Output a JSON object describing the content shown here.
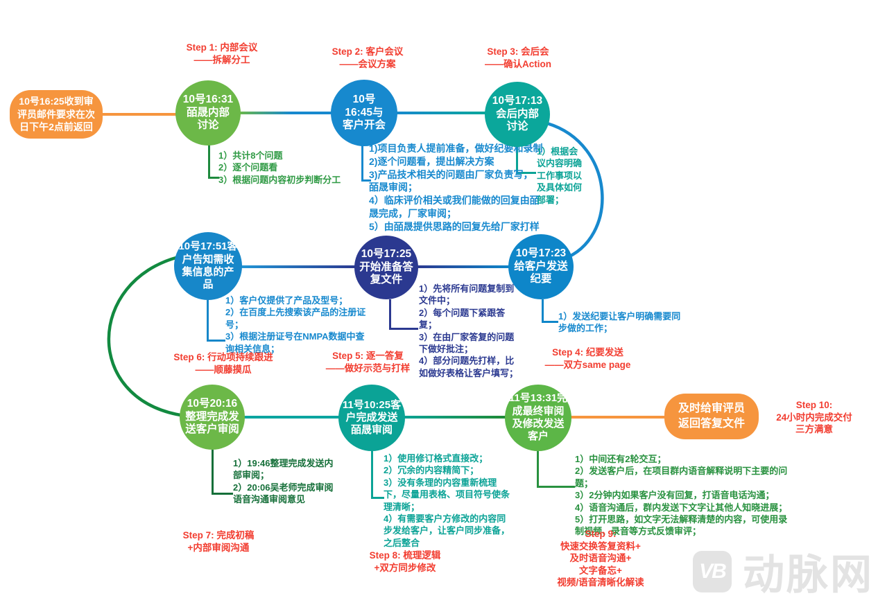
{
  "palette": {
    "orange": "#F6953E",
    "green": "#6CB848",
    "dark_green": "#156F39",
    "mid_green": "#2F9A44",
    "blue": "#1789CE",
    "navy": "#2B3990",
    "teal": "#0BA79B",
    "red": "#F23D30",
    "watermark_gray": "#E3E3E3"
  },
  "start_box": {
    "label": "10号16:25收到审\n评员邮件要求在次\n日下午2点前返回"
  },
  "end_box": {
    "label": "及时给审评员\n返回答复文件"
  },
  "nodes": [
    {
      "id": "c1",
      "label": "10号16:31\n皕晟内部\n讨论",
      "bullets": "1）共计8个问题\n2）逐个问题看\n3）根据问题内容初步判断分工"
    },
    {
      "id": "c2",
      "label": "10号\n16:45与\n客户开会",
      "bullets": "1)项目负责人提前准备，做好纪要和录制\n2)逐个问题看，提出解决方案\n3)产品技术相关的问题由厂家负责写，\n皕晟审阅；\n4）临床评价相关或我们能做的回复由皕\n晟完成，厂家审阅；\n5）由皕晟提供思路的回复先给厂家打样"
    },
    {
      "id": "c3",
      "label": "10号17:13\n会后内部\n讨论",
      "bullets": "1）根据会\n议内容明确\n工作事项以\n及具体如何\n部署；"
    },
    {
      "id": "r2r",
      "label": "10号17:23\n给客户发送\n纪要",
      "bullets": "1）发送纪要让客户明确需要同\n步做的工作；"
    },
    {
      "id": "r2m",
      "label": "10号17:25\n开始准备答\n复文件",
      "bullets": "1）先将所有问题复制到\n文件中；\n2）每个问题下紧跟答\n复；\n3）在由厂家答复的问题\n下做好批注；\n4）部分问题先打样，比\n如做好表格让客户填写；"
    },
    {
      "id": "r2l",
      "label": "10号17:51客\n户告知需收\n集信息的产\n品",
      "bullets": "1）客户仅提供了产品及型号；\n2）在百度上先搜索该产品的注册证\n号；\n3）根据注册证号在NMPA数据中查\n询相关信息；"
    },
    {
      "id": "r3l",
      "label": "10号20:16\n整理完成发\n送客户审阅",
      "bullets": "1）19:46整理完成发送内\n部审阅；\n2）20:06吴老师完成审阅\n语音沟通审阅意见"
    },
    {
      "id": "r3m",
      "label": "11号10:25客\n户完成发送\n皕晟审阅",
      "bullets": "1）使用修订格式直接改；\n2）冗余的内容精简下；\n3）没有条理的内容重新梳理\n下，尽量用表格、项目符号使条\n理清晰；\n4）有需要客户方修改的内容同\n步发给客户，让客户同步准备，\n之后整合"
    },
    {
      "id": "r3r",
      "label": "11号13:31完\n成最终审阅\n及修改发送\n客户",
      "bullets": "1）中间还有2轮交互；\n2）发送客户后，在项目群内语音解释说明下主要的问\n题；\n3）2分钟内如果客户没有回复，打语音电话沟通；\n4）语音沟通后，群内发送下文字让其他人知晓进展；\n5）打开思路，如文字无法解释清楚的内容，可使用录\n制视频、录音等方式反馈审评；"
    }
  ],
  "steps": [
    {
      "label": "Step 1: 内部会议\n——拆解分工"
    },
    {
      "label": "Step 2: 客户会议\n——会议方案"
    },
    {
      "label": "Step 3: 会后会\n——确认Action"
    },
    {
      "label": "Step 4: 纪要发送\n——双方same page"
    },
    {
      "label": "Step 5: 逐一答复\n——做好示范与打样"
    },
    {
      "label": "Step 6: 行动项持续跟进\n——顺藤摸瓜"
    },
    {
      "label": "Step 7: 完成初稿\n+内部审阅沟通"
    },
    {
      "label": "Step 8: 梳理逻辑\n+双方同步修改"
    },
    {
      "label": "Step 9:\n快速交换答复资料+\n及时语音沟通+\n文字备忘+\n视频/语音清晰化解读"
    },
    {
      "label": "Step 10:\n24小时内完成交付\n三方满意"
    }
  ],
  "watermark": {
    "logo": "VB",
    "text": "动脉网"
  }
}
